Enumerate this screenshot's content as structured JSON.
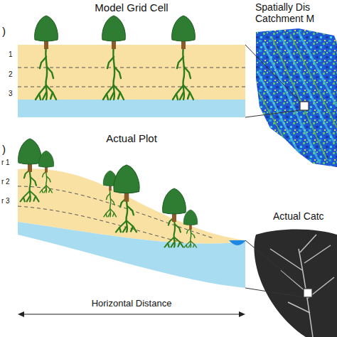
{
  "diagram": {
    "nodes": [
      {
        "text": [
          "Model Grid Cell"
        ]
      },
      {
        "text": [
          "Spatially Dis Catchment M"
        ]
      },
      {
        "text": [
          "Actual Plot"
        ]
      },
      {
        "text": [
          "Actual Catc"
        ]
      }
    ],
    "labels": [
      ")",
      "1",
      "2",
      "3",
      ")",
      "r 1",
      "r 2",
      "r 3",
      "Horizontal Distance"
    ]
  }
}
